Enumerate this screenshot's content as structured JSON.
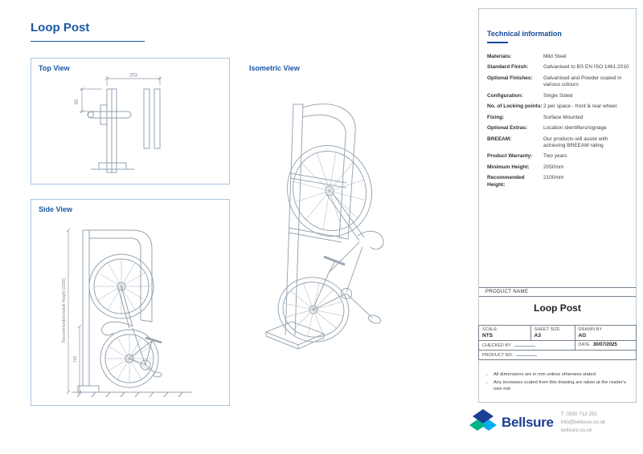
{
  "page": {
    "title": "Loop Post"
  },
  "views": {
    "top": {
      "label": "Top View",
      "dims": {
        "width": "253",
        "depth": "90"
      }
    },
    "side": {
      "label": "Side View",
      "dims": {
        "height_label": "Recommended Install Height (2100)",
        "lower": "700"
      }
    },
    "isometric": {
      "label": "Isometric View"
    }
  },
  "technical": {
    "heading": "Technical information",
    "rows": [
      {
        "label": "Materials:",
        "value": "Mild Steel"
      },
      {
        "label": "Standard Finish:",
        "value": "Galvanised to BS EN ISO 1461:2010"
      },
      {
        "label": "Optional Finishes:",
        "value": "Galvanised and Powder coated in various colours"
      },
      {
        "label": "Configuration:",
        "value": "Single Sided"
      },
      {
        "label": "No. of Locking points:",
        "value": "2 per space - front & rear wheel"
      },
      {
        "label": "Fixing:",
        "value": "Surface Mounted"
      },
      {
        "label": "Optional Extras:",
        "value": "Location identifiers/signage"
      },
      {
        "label": "BREEAM:",
        "value": "Our products will assist with achieving BREEAM rating"
      },
      {
        "label": "Product Warranty:",
        "value": "Two years"
      },
      {
        "label": "Minimum Height:",
        "value": "2050mm"
      },
      {
        "label": "Recommended Height:",
        "value": "2100mm"
      }
    ]
  },
  "title_block": {
    "product_name_label": "PRODUCT NAME",
    "product_name": "Loop Post",
    "scale_label": "SCALE:",
    "scale_value": "NTS",
    "sheet_label": "SHEET SIZE",
    "sheet_value": "A3",
    "drawn_label": "DRAWN BY",
    "drawn_value": "AG",
    "checked_label": "CHECKED BY",
    "date_label": "DATE",
    "date_value": "30/07/2025",
    "product_no_label": "PRODUCT NO."
  },
  "notes": [
    "All dimensions are in mm unless otherwise stated",
    "Any increases scaled from this drawing are taken at the reader's own risk"
  ],
  "footer": {
    "brand": "Bellsure",
    "phone": "T: 0330 713 292",
    "email": "info@bellsure.co.uk",
    "website": "bellsure.co.uk"
  },
  "colors": {
    "accent_blue": "#1a57a5",
    "heading_blue": "#14499b",
    "logo_blue": "#1b3f94",
    "logo_cyan": "#00aeef",
    "logo_green": "#00b388",
    "drawing_line": "#93a2af"
  }
}
